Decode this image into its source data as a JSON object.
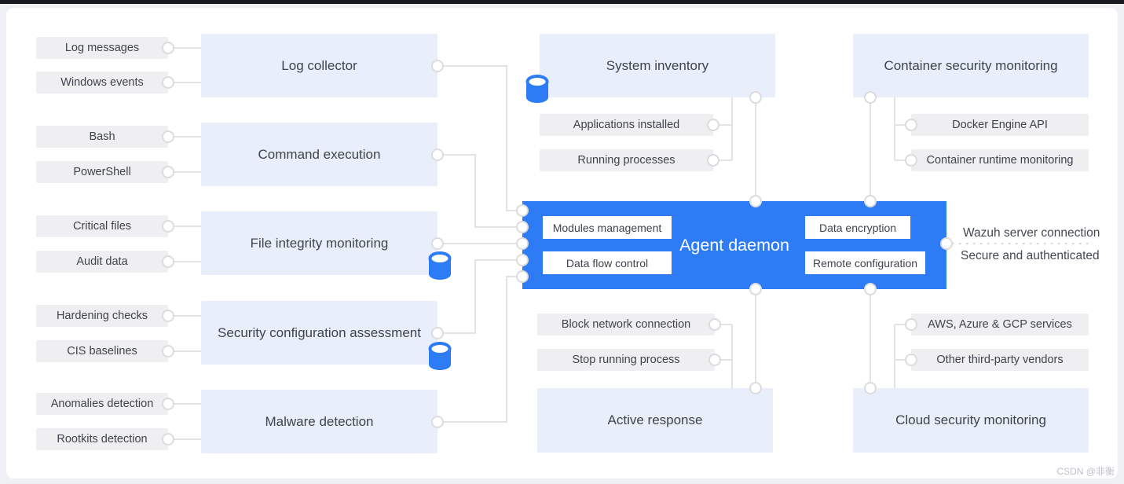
{
  "inputs": {
    "items": [
      "Log messages",
      "Windows events",
      "Bash",
      "PowerShell",
      "Critical files",
      "Audit data",
      "Hardening checks",
      "CIS baselines",
      "Anomalies detection",
      "Rootkits detection"
    ]
  },
  "modules": {
    "items": [
      "Log collector",
      "Command execution",
      "File integrity monitoring",
      "Security configuration assessment",
      "Malware detection"
    ]
  },
  "agent": {
    "title": "Agent daemon",
    "controls": [
      "Modules management",
      "Data flow control",
      "Data encryption",
      "Remote configuration"
    ]
  },
  "system_inventory": {
    "title": "System inventory",
    "items": [
      "Applications installed",
      "Running processes"
    ]
  },
  "active_response": {
    "title": "Active response",
    "items": [
      "Block network connection",
      "Stop running process"
    ]
  },
  "container_monitoring": {
    "title": "Container security monitoring",
    "items": [
      "Docker Engine API",
      "Container runtime monitoring"
    ]
  },
  "cloud_monitoring": {
    "title": "Cloud security monitoring",
    "items": [
      "AWS, Azure & GCP services",
      "Other third-party vendors"
    ]
  },
  "server_connection": {
    "title": "Wazuh server connection",
    "subtitle": "Secure and authenticated"
  },
  "icons": {
    "database": "database-icon"
  },
  "colors": {
    "accent_blue": "#2e7cf5",
    "node_blue_bg": "#e8effb",
    "node_gray_bg": "#efeff1",
    "wire_gray": "#e3e3e6",
    "text_dark": "#3e434c"
  },
  "page": {
    "watermark": "CSDN @非衡"
  }
}
